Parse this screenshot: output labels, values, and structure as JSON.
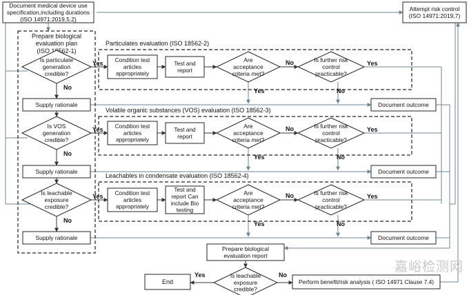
{
  "top_left_box": [
    "Document medical device use",
    "specification,including durations",
    "(ISO 14971:2019,5.2)"
  ],
  "top_right_box": [
    "Attempt risk control",
    "(ISO 14971:2019,7)"
  ],
  "plan_title": [
    "Prepare biological",
    "evaluation plan",
    "(ISO 18562-1)"
  ],
  "sections": [
    {
      "title": "Particulates evaluation (ISO 18562-2)",
      "question": [
        "Is particulate",
        "generation",
        "credible?"
      ],
      "condition": [
        "Condition test",
        "articles",
        "appropriately"
      ],
      "test": [
        "Test and",
        "report"
      ],
      "acceptance": [
        "Are",
        "acceptance",
        "criteria met?"
      ],
      "further": [
        "Is further risk",
        "control",
        "practicable?"
      ],
      "rationale": "Supply rationale",
      "outcome": "Document outcome"
    },
    {
      "title": "Volatile organic substances (VOS) evaluation (ISO 18562-3)",
      "question": [
        "Is VOS",
        "generation",
        "credible?"
      ],
      "condition": [
        "Condition test",
        "articles",
        "appropriately"
      ],
      "test": [
        "Test and",
        "report"
      ],
      "acceptance": [
        "Are",
        "acceptance",
        "criteria met?"
      ],
      "further": [
        "Is further risk",
        "control",
        "practicable?"
      ],
      "rationale": "Supply  rationale",
      "outcome": "Document outcome"
    },
    {
      "title": "Leachables in condensate evaluation (ISO 18562-4)",
      "question": [
        "Is leachable",
        "exposure",
        "credible?"
      ],
      "condition": [
        "Condition test",
        "articles",
        "appropriately"
      ],
      "test": [
        "Test and",
        "report Can",
        "include Bio",
        "testing"
      ],
      "acceptance": [
        "Are",
        "acceptance",
        "criteria met?"
      ],
      "further": [
        "Is further risk",
        "control",
        "practicable?"
      ],
      "rationale": "Supply rationale",
      "outcome": "Document outcome"
    }
  ],
  "yes": "Yes",
  "no": "No",
  "report_box": [
    "Prepare biological",
    "evaluation report"
  ],
  "final_question": [
    "Is leachable",
    "exposure",
    "credible?"
  ],
  "end": "End",
  "benefit_risk": "Perform benefit/risk analysis ( ISO 14971 Clause 7.4)",
  "watermark": "嘉峪检测网",
  "colors": {
    "connector": "#6d8596",
    "outline": "#222222",
    "watermark": "#c8c8c8"
  }
}
